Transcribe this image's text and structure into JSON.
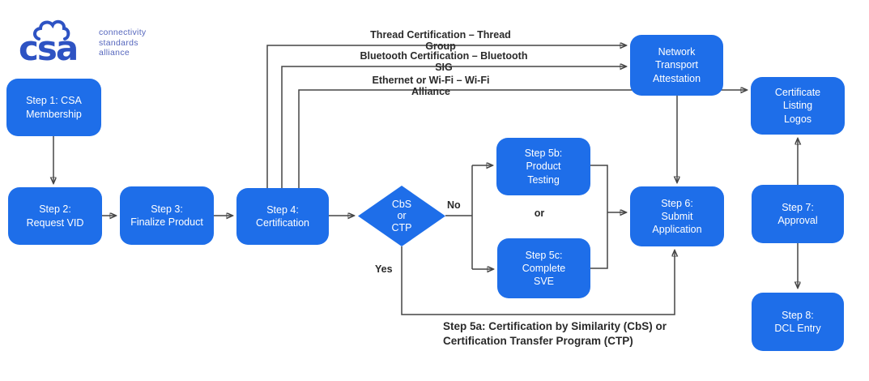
{
  "logo": {
    "mark": "csa",
    "wordmark_lines": [
      "connectivity",
      "standards",
      "alliance"
    ]
  },
  "nodes": {
    "step1": {
      "label": "Step 1: CSA\nMembership"
    },
    "step2": {
      "label": "Step 2:\nRequest VID"
    },
    "step3": {
      "label": "Step 3:\nFinalize Product"
    },
    "step4": {
      "label": "Step 4:\nCertification"
    },
    "decision": {
      "label": "CbS\nor\nCTP"
    },
    "step5b": {
      "label": "Step 5b:\nProduct\nTesting"
    },
    "step5c": {
      "label": "Step 5c:\nComplete\nSVE"
    },
    "network_transport": {
      "label": "Network\nTransport\nAttestation"
    },
    "step6": {
      "label": "Step 6:\nSubmit\nApplication"
    },
    "certificate_listing": {
      "label": "Certificate\nListing\nLogos"
    },
    "step7": {
      "label": "Step 7:\nApproval"
    },
    "step8": {
      "label": "Step 8:\nDCL Entry"
    }
  },
  "edge_labels": {
    "thread": "Thread Certification – Thread Group",
    "bluetooth": "Bluetooth Certification – Bluetooth SIG",
    "ethernet": "Ethernet or Wi-Fi – Wi-Fi Alliance",
    "no": "No",
    "yes": "Yes",
    "or": "or"
  },
  "caption": "Step 5a: Certification by Similarity (CbS) or\nCertification Transfer Program (CTP)",
  "colors": {
    "node_fill": "#1e6ee9",
    "connector": "#454545",
    "label_text": "#2a2a2a",
    "logo_blue": "#2e53c3",
    "wordmark_blue": "#5566bd"
  }
}
